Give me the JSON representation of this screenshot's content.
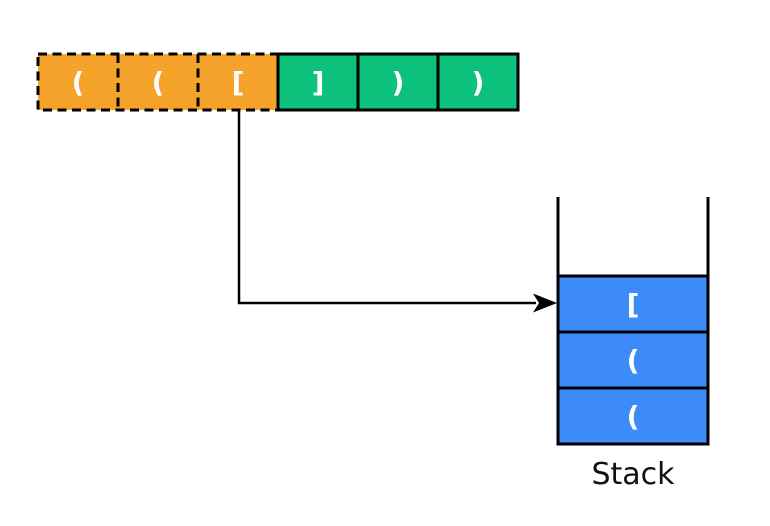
{
  "diagram": {
    "sequence": {
      "cells": [
        {
          "label": "(",
          "state": "visited"
        },
        {
          "label": "(",
          "state": "visited"
        },
        {
          "label": "[",
          "state": "visited"
        },
        {
          "label": "]",
          "state": "unvisited"
        },
        {
          "label": ")",
          "state": "unvisited"
        },
        {
          "label": ")",
          "state": "unvisited"
        }
      ]
    },
    "stack": {
      "label": "Stack",
      "items": [
        {
          "label": "["
        },
        {
          "label": "("
        },
        {
          "label": "("
        }
      ]
    },
    "colors": {
      "visited_cell": "#F5A32B",
      "unvisited_cell": "#0BC17C",
      "stack_item": "#3D8BF8",
      "stroke": "#000000",
      "glyph": "#FFFFFF"
    }
  }
}
